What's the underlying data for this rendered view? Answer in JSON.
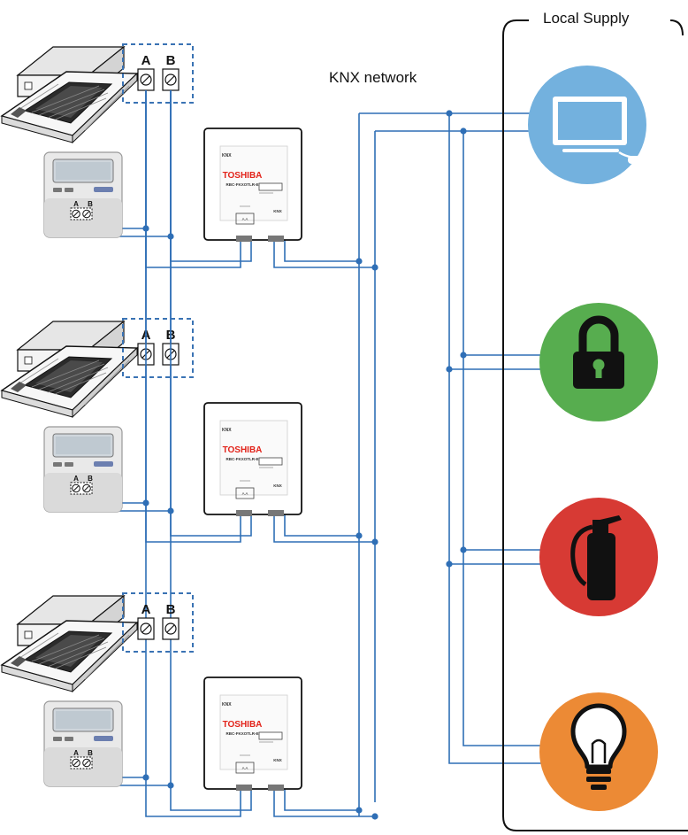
{
  "labels": {
    "local_supply": "Local Supply",
    "knx_network": "KNX network"
  },
  "units": [
    {
      "terminal_a": "A",
      "terminal_b": "B",
      "remote_a": "A",
      "remote_b": "B",
      "brand": "TOSHIBA",
      "model": "RBC-FKXOTLR-E",
      "knx_badge": "KNX",
      "knx_port": "KNX",
      "ab_port": "A  A"
    },
    {
      "terminal_a": "A",
      "terminal_b": "B",
      "remote_a": "A",
      "remote_b": "B",
      "brand": "TOSHIBA",
      "model": "RBC-FKXOTLR-E",
      "knx_badge": "KNX",
      "knx_port": "KNX",
      "ab_port": "A  A"
    },
    {
      "terminal_a": "A",
      "terminal_b": "B",
      "remote_a": "A",
      "remote_b": "B",
      "brand": "TOSHIBA",
      "model": "RBC-FKXOTLR-E",
      "knx_badge": "KNX",
      "knx_port": "KNX",
      "ab_port": "A  A"
    }
  ],
  "devices": [
    {
      "icon": "monitor-icon",
      "color": "#73b1de"
    },
    {
      "icon": "padlock-icon",
      "color": "#57ad4f"
    },
    {
      "icon": "fire-extinguisher-icon",
      "color": "#d73a34"
    },
    {
      "icon": "light-bulb-icon",
      "color": "#ec8a35"
    }
  ],
  "colors": {
    "wire": "#2f6fb6",
    "brand_red": "#e2231a",
    "terminal_border": "#3a73b4"
  }
}
